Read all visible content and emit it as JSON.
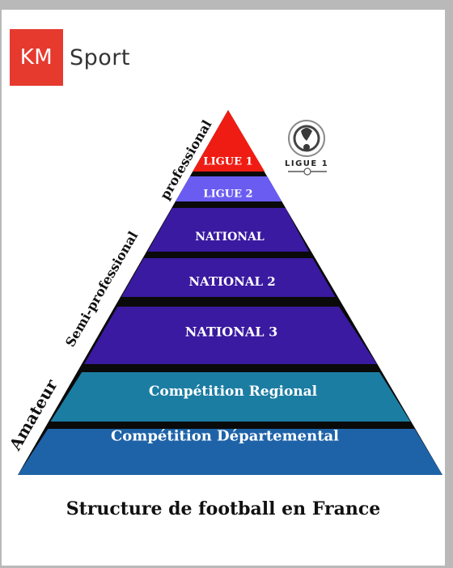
{
  "brand": {
    "abbr": "KM",
    "name": "Sport"
  },
  "pyramid": {
    "levels": [
      {
        "label": "LIGUE 1",
        "color": "#ef1c14"
      },
      {
        "label": "LIGUE 2",
        "color": "#6a5cf1"
      },
      {
        "label": "NATIONAL",
        "color": "#3a1aa0"
      },
      {
        "label": "NATIONAL 2",
        "color": "#3a1aa0"
      },
      {
        "label": "NATIONAL 3",
        "color": "#3a1aa0"
      },
      {
        "label": "Compétition  Regional",
        "color": "#1c7da3"
      },
      {
        "label": "Compétition  Départemental",
        "color": "#1e63a8"
      }
    ],
    "tiers": [
      {
        "label": "professional"
      },
      {
        "label": "Semi-professional"
      },
      {
        "label": "Amateur"
      }
    ]
  },
  "ligue1_logo": {
    "text": "LIGUE 1"
  },
  "footer": {
    "title": "Structure de football en France"
  },
  "colors": {
    "separator": "#0a0a0a",
    "background": "#ffffff",
    "frame": "#b9b9b9"
  }
}
